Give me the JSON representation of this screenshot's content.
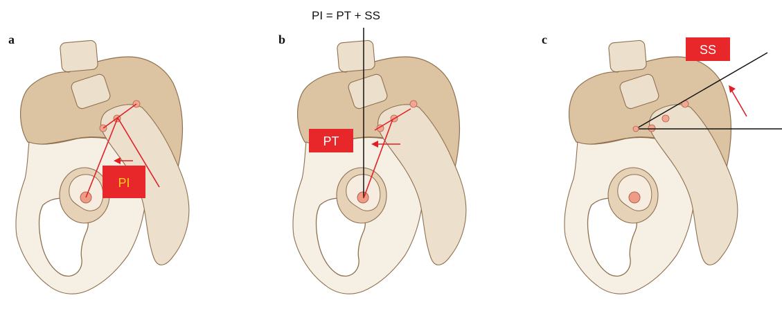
{
  "panels": [
    {
      "letter": "a",
      "tag": "PI"
    },
    {
      "letter": "b",
      "tag": "PT"
    },
    {
      "letter": "c",
      "tag": "SS"
    }
  ],
  "formula": "PI = PT + SS",
  "colors": {
    "tag_red": "#e8272b",
    "pi_text": "#f7d11a",
    "tag_text": "#ffffff",
    "bone": "#dcc3a2",
    "line_red": "#e01f26"
  }
}
